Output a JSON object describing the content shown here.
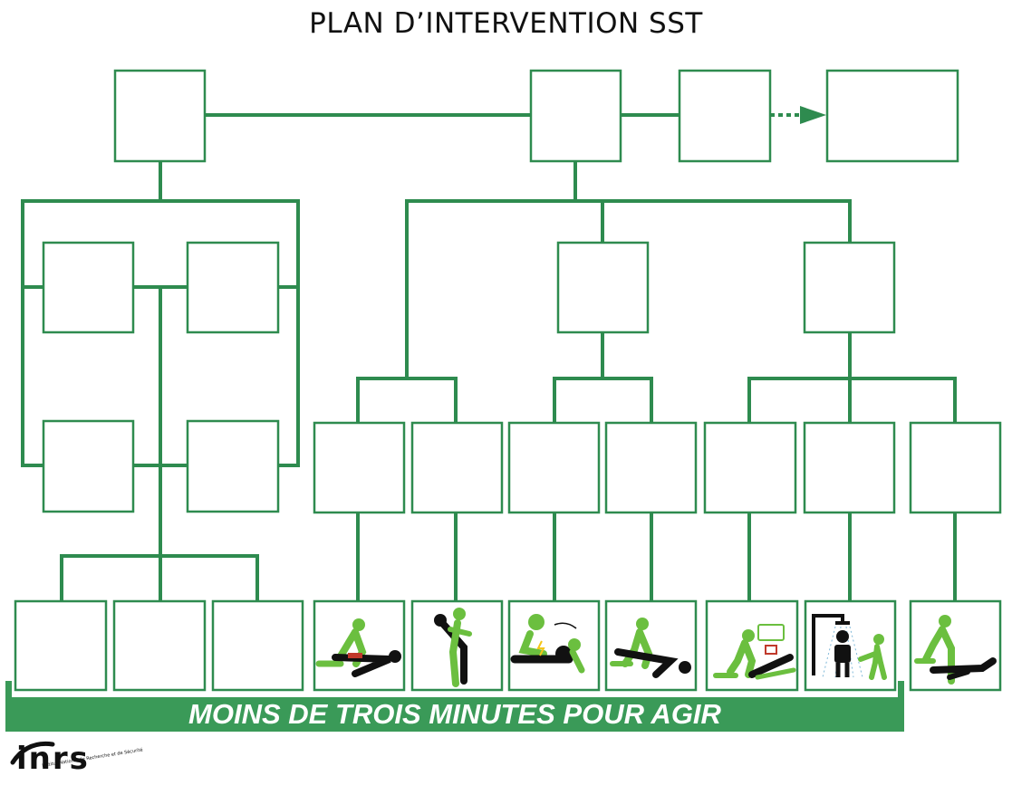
{
  "title": "PLAN D’INTERVENTION SST",
  "banner": "MOINS DE TROIS MINUTES POUR AGIR",
  "logo": {
    "word": "inrs",
    "subtitle": "Institut National de Recherche et de Sécurité"
  },
  "colors": {
    "line": "#2e8b4f",
    "banner": "#3a9a58",
    "pictogram_green": "#6bbf3f",
    "pictogram_black": "#111111"
  },
  "pictograms": [
    "rescuer-kneeling-victim-lying",
    "rescuer-lifting-standing-victim",
    "cardiac-compression-defibrillation",
    "victim-recovery-position",
    "alerting-victim-speech-bubble",
    "safety-shower",
    "rescuer-kneeling-over-victim"
  ]
}
